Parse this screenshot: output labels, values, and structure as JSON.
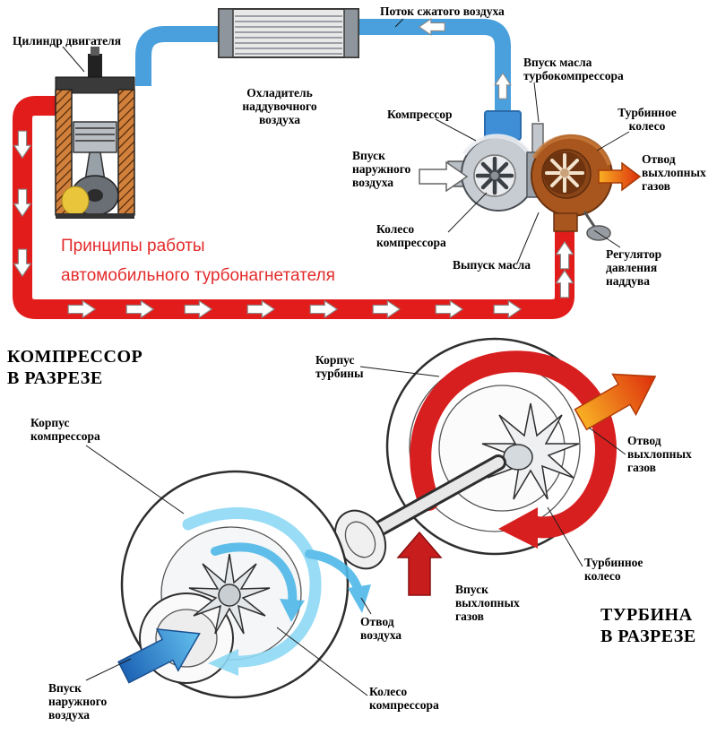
{
  "title": "Принципы работы\nавтомобильного турбонагнетателя",
  "schematic": {
    "engine_cylinder": "Цилиндр двигателя",
    "compressed_air_flow": "Поток сжатого воздуха",
    "charge_air_cooler": "Охладитель\nнаддувочного\nвоздуха",
    "compressor": "Компрессор",
    "turbo_oil_inlet": "Впуск масла\nтурбокомпрессора",
    "turbine_wheel": "Турбинное\nколесо",
    "outside_air_inlet": "Впуск\nнаружного\nвоздуха",
    "exhaust_outlet": "Отвод\nвыхлопных\nгазов",
    "compressor_wheel": "Колесо\nкомпрессора",
    "oil_outlet": "Выпуск масла",
    "boost_regulator": "Регулятор\nдавления\nнаддува"
  },
  "cutaway": {
    "compressor_heading": "КОМПРЕССОР\nВ РАЗРЕЗЕ",
    "turbine_heading": "ТУРБИНА\nВ РАЗРЕЗЕ",
    "turbine_housing": "Корпус\nтурбины",
    "compressor_housing": "Корпус\nкомпрессора",
    "exhaust_outlet": "Отвод\nвыхлопных\nгазов",
    "turbine_wheel": "Турбинное\nколесо",
    "exhaust_inlet": "Впуск\nвыхлопных\nгазов",
    "air_outlet": "Отвод\nвоздуха",
    "compressor_wheel": "Колесо\nкомпрессора",
    "outside_air_inlet": "Впуск\nнаружного\nвоздуха"
  },
  "colors": {
    "exhaust_red": "#e21b1b",
    "air_blue": "#4aa0dd",
    "title_red": "#e32b2b",
    "turbine_brown": "#a8561e",
    "arrow_orange": "#f07818",
    "swirl_light_blue": "#8ed9f4",
    "swirl_deep_blue": "#4fb9e8"
  }
}
